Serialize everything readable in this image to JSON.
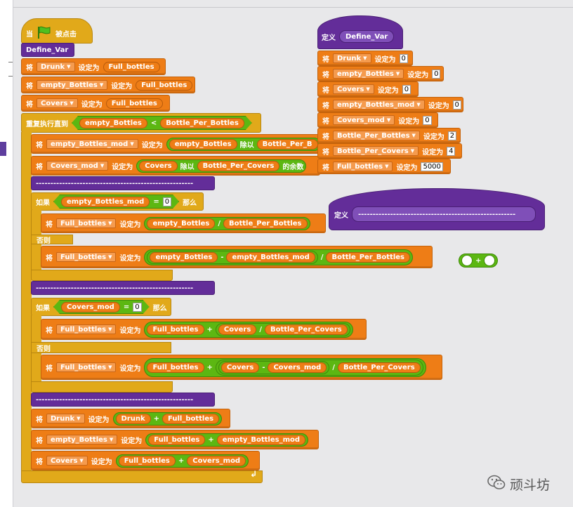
{
  "main_script": {
    "hat": {
      "when": "当",
      "clicked": "被点击"
    },
    "define_call": "Define_Var",
    "set_rows": [
      {
        "cmd": "将",
        "var": "Drunk",
        "set": "设定为",
        "value": "Full_bottles"
      },
      {
        "cmd": "将",
        "var": "empty_Bottles",
        "set": "设定为",
        "value": "Full_bottles"
      },
      {
        "cmd": "将",
        "var": "Covers",
        "set": "设定为",
        "value": "Full_bottles"
      }
    ],
    "repeat_until": {
      "label": "重复执行直到",
      "left": "empty_Bottles",
      "op": "<",
      "right": "Bottle_Per_Bottles"
    },
    "mod_rows": [
      {
        "cmd": "将",
        "var": "empty_Bottles_mod",
        "set": "设定为",
        "a": "empty_Bottles",
        "op": "除以",
        "b": "Bottle_Per_B",
        "suffix": ""
      },
      {
        "cmd": "将",
        "var": "Covers_mod",
        "set": "设定为",
        "a": "Covers",
        "op": "除以",
        "b": "Bottle_Per_Covers",
        "suffix": "的余数"
      }
    ],
    "separator_1": "------------------------------------------------------",
    "if_1": {
      "if": "如果",
      "var": "empty_Bottles_mod",
      "eq": "=",
      "val": "0",
      "then": "那么",
      "then_row": {
        "cmd": "将",
        "var": "Full_bottles",
        "set": "设定为",
        "a": "empty_Bottles",
        "op": "/",
        "b": "Bottle_Per_Bottles"
      },
      "else": "否则",
      "else_row": {
        "cmd": "将",
        "var": "Full_bottles",
        "set": "设定为",
        "a": "empty_Bottles",
        "minus": "-",
        "b": "empty_Bottles_mod",
        "div": "/",
        "c": "Bottle_Per_Bottles"
      }
    },
    "separator_2": "------------------------------------------------------",
    "if_2": {
      "if": "如果",
      "var": "Covers_mod",
      "eq": "=",
      "val": "0",
      "then": "那么",
      "then_row": {
        "cmd": "将",
        "var": "Full_bottles",
        "set": "设定为",
        "a": "Full_bottles",
        "plus": "+",
        "b": "Covers",
        "div": "/",
        "c": "Bottle_Per_Covers"
      },
      "else": "否则",
      "else_row": {
        "cmd": "将",
        "var": "Full_bottles",
        "set": "设定为",
        "a": "Full_bottles",
        "plus": "+",
        "b": "Covers",
        "minus": "-",
        "c": "Covers_mod",
        "div": "/",
        "d": "Bottle_Per_Covers"
      }
    },
    "separator_3": "------------------------------------------------------",
    "final_rows": [
      {
        "cmd": "将",
        "var": "Drunk",
        "set": "设定为",
        "a": "Drunk",
        "op": "+",
        "b": "Full_bottles"
      },
      {
        "cmd": "将",
        "var": "empty_Bottles",
        "set": "设定为",
        "a": "Full_bottles",
        "op": "+",
        "b": "empty_Bottles_mod"
      },
      {
        "cmd": "将",
        "var": "Covers",
        "set": "设定为",
        "a": "Full_bottles",
        "op": "+",
        "b": "Covers_mod"
      }
    ],
    "loop_arrow": "↲"
  },
  "define_var": {
    "define": "定义",
    "name": "Define_Var",
    "rows": [
      {
        "cmd": "将",
        "var": "Drunk",
        "set": "设定为",
        "value": "0"
      },
      {
        "cmd": "将",
        "var": "empty_Bottles",
        "set": "设定为",
        "value": "0"
      },
      {
        "cmd": "将",
        "var": "Covers",
        "set": "设定为",
        "value": "0"
      },
      {
        "cmd": "将",
        "var": "empty_Bottles_mod",
        "set": "设定为",
        "value": "0"
      },
      {
        "cmd": "将",
        "var": "Covers_mod",
        "set": "设定为",
        "value": "0"
      },
      {
        "cmd": "将",
        "var": "Bottle_Per_Bottles",
        "set": "设定为",
        "value": "2"
      },
      {
        "cmd": "将",
        "var": "Bottle_Per_Covers",
        "set": "设定为",
        "value": "4"
      },
      {
        "cmd": "将",
        "var": "Full_bottles",
        "set": "设定为",
        "value": "5000"
      }
    ]
  },
  "define_sep": {
    "define": "定义",
    "name": "------------------------------------------------------"
  },
  "loose_op": {
    "op": "+"
  },
  "watermark": {
    "text": "顽斗坊"
  },
  "colors": {
    "looks_orange": "#ee7d16",
    "control_gold": "#e1a91a",
    "more_blocks_purple": "#632d99",
    "operators_green": "#5cb712"
  }
}
